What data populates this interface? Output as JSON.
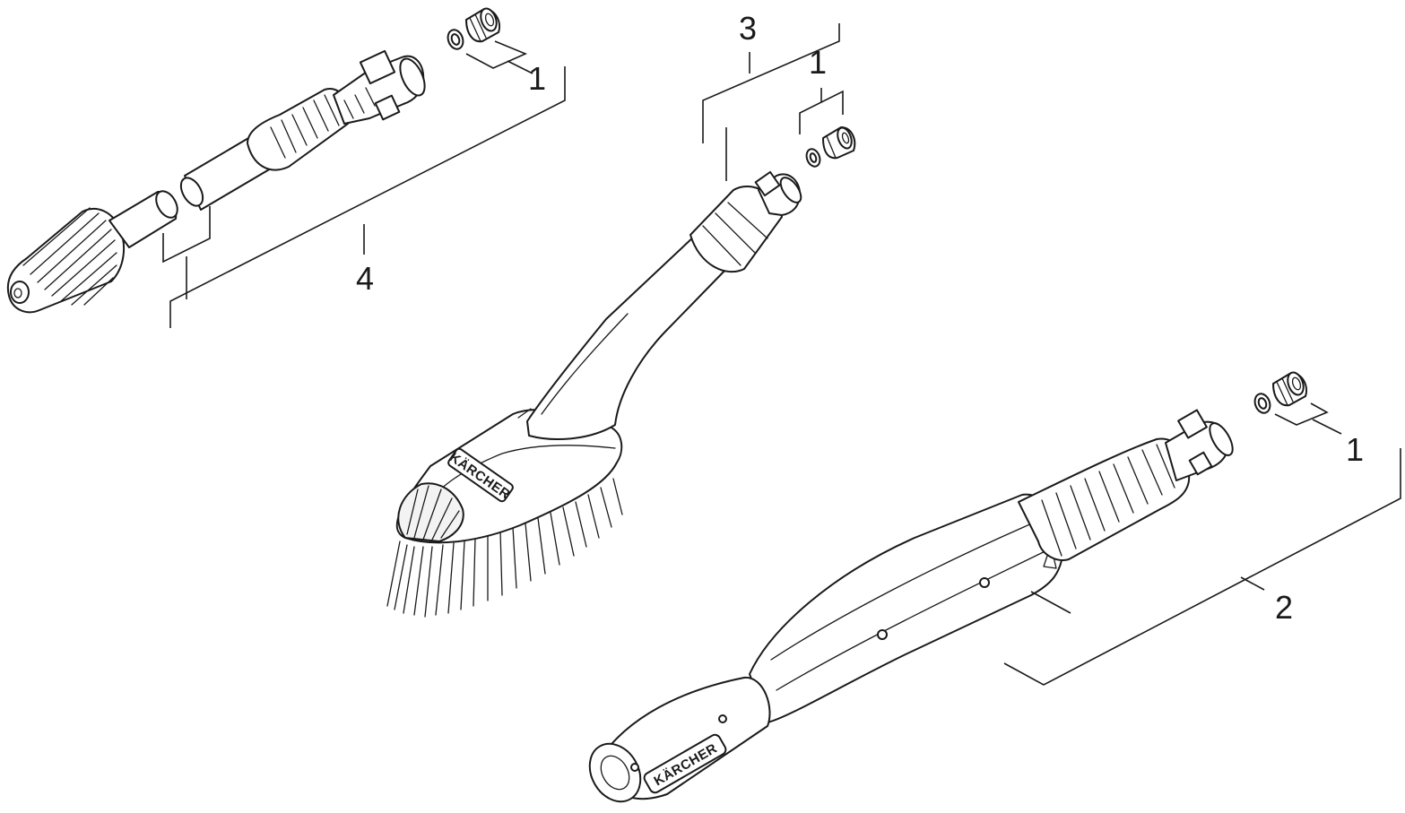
{
  "diagram": {
    "callouts": {
      "c1_top": "1",
      "c1_mid": "1",
      "c1_right": "1",
      "c2": "2",
      "c3": "3",
      "c4": "4"
    },
    "brand_marks": {
      "brush_logo": "KÄRCHER",
      "lance_logo": "KÄRCHER"
    },
    "colors": {
      "ink": "#1a1a1a",
      "background": "#ffffff"
    }
  }
}
